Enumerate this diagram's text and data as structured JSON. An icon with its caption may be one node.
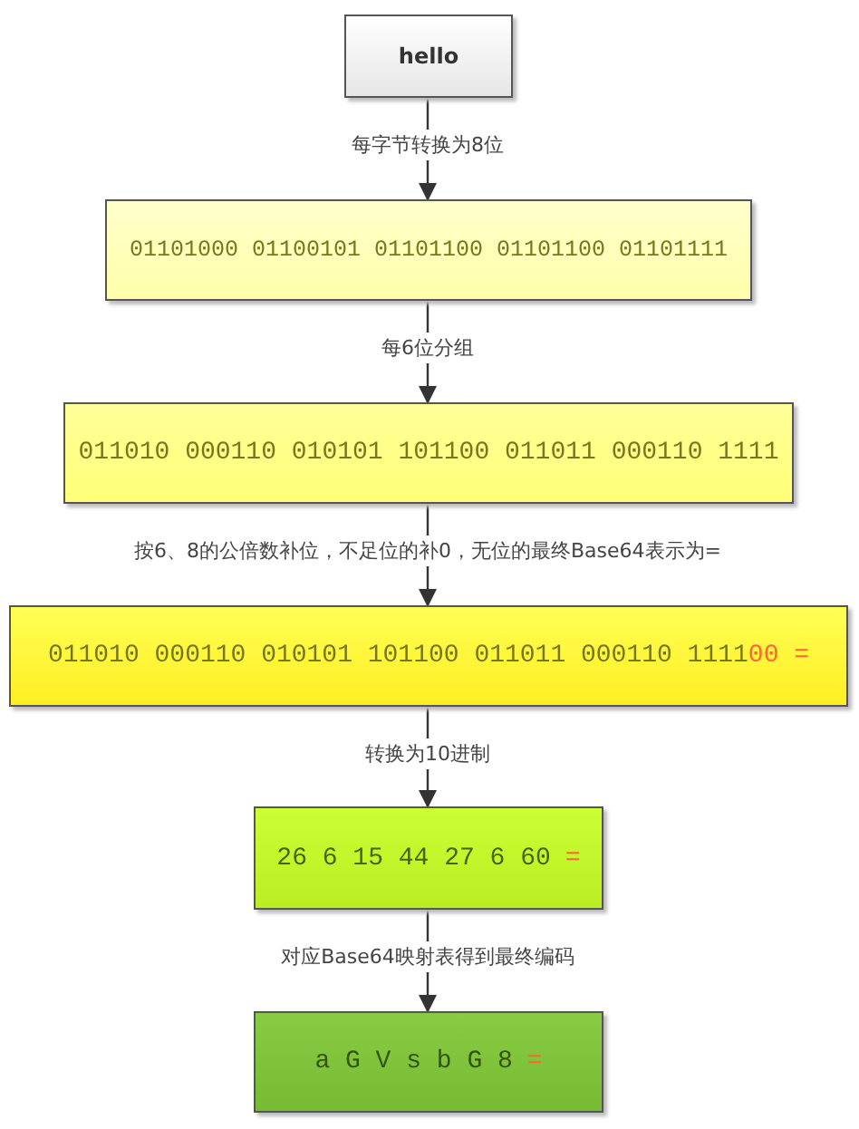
{
  "diagram": {
    "nodes": [
      {
        "text": [
          "hello"
        ]
      },
      {
        "text": [
          "01101000 01100101 01101100 01101100 01101111"
        ]
      },
      {
        "text": [
          "011010 000110 010101 101100 011011 000110 1111"
        ]
      },
      {
        "text": [
          "011010 000110 010101 101100 011011 000110 1111",
          "00 ="
        ]
      },
      {
        "text": [
          "26 6 15 44 27 6 60",
          "="
        ]
      },
      {
        "text": [
          "a G V s b G 8",
          "="
        ]
      }
    ],
    "edges": [
      {
        "from": 0,
        "to": 1,
        "arrow": "to",
        "label": "每字节转换为8位"
      },
      {
        "from": 1,
        "to": 2,
        "arrow": "to",
        "label": "每6位分组"
      },
      {
        "from": 2,
        "to": 3,
        "arrow": "to",
        "label": "按6、8的公倍数补位，不足位的补0，无位的最终Base64表示为="
      },
      {
        "from": 3,
        "to": 4,
        "arrow": "to",
        "label": "转换为10进制"
      },
      {
        "from": 4,
        "to": 5,
        "arrow": "to",
        "label": "对应Base64映射表得到最终编码"
      }
    ]
  }
}
